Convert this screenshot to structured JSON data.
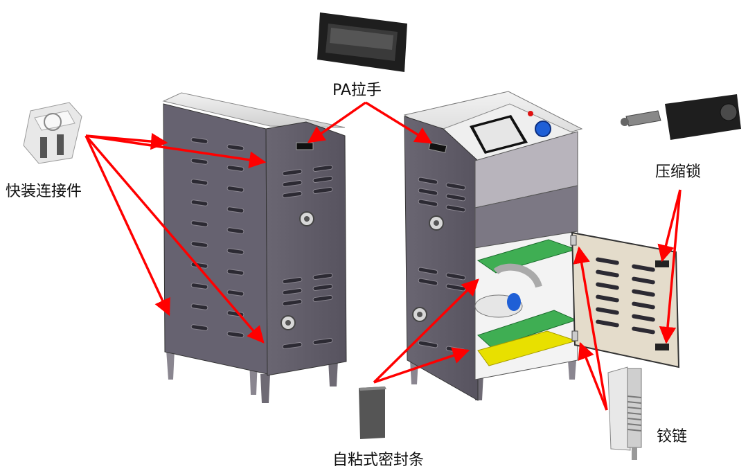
{
  "labels": {
    "pa_handle": "PA拉手",
    "quick_connector": "快装连接件",
    "compression_lock": "压缩锁",
    "hinge": "铰链",
    "adhesive_seal": "自粘式密封条"
  },
  "colors": {
    "arrow": "#ff0000",
    "panel_dark": "#5e5a66",
    "panel_mid": "#7a7682",
    "frame_light": "#c9c9c9",
    "pcb_green": "#3fae53",
    "door_beige": "#e4dccb",
    "foam_yellow": "#e8e000",
    "knob_blue": "#1f5fd6",
    "indicator_red": "#e01010"
  }
}
